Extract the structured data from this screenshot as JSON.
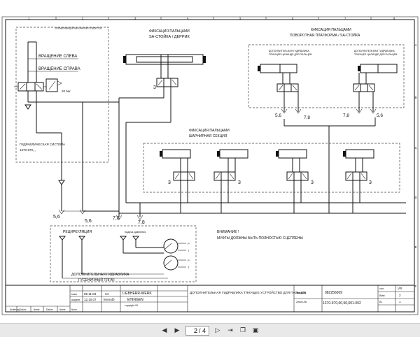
{
  "grid": {
    "columns": [
      "1",
      "2",
      "3",
      "4",
      "5",
      "6",
      "7",
      "8"
    ],
    "rows": [
      "A",
      "B",
      "C",
      "D",
      "E",
      "F"
    ]
  },
  "labels": {
    "mechanism_box": "УПРАВЛЯЮЩИЙ МЕХАНИЗМ ПОВОРОТА",
    "rotate_left": "ВРАЩЕНИЕ СЛЕВА",
    "rotate_right": "ВРАЩЕНИЕ СПРАВА",
    "pressure": "20 bar",
    "hydraulic_system": "ГИДРАВЛИЧЕСКАЯ СИСТЕМА",
    "hydraulic_system_code": "1370-970,,,",
    "sa_title_1": "ФИКСАЦИЯ ПАЛЬЦАМИ",
    "sa_title_2": "SA-СТОЙКА / ДЕРРИК",
    "turntable_title_1": "ФИКСАЦИЯ ПАЛЬЦАМИ",
    "turntable_title_2": "ПОВОРОТНАЯ ПЛАТФОРМА / SA-СТОЙКА",
    "extra_hydraulics_1": "ДОПОЛНИТЕЛЬНАЯ ГИДРАВЛИКА",
    "extra_hydraulics_2": "ТЯНУЩЕЕ ЦИЛИНДР ДЛЯ ПАЛЬЦЕВ",
    "hinge_title_1": "ФИКСАЦИЯ ПАЛЬЦАМИ",
    "hinge_title_2": "ШАРНИРНАЯ СЕКЦИЯ",
    "recirculation": "РЕЦИРКУЛЯЦИЯ",
    "supply_label": "подача давления",
    "attention_1": "ВНИМАНИЕ !",
    "attention_2": "МУФТЫ ДОЛЖНЫ БЫТЬ ПОЛНОСТЬЮ СЦЕПЛЕНЫ",
    "crawler_1": "ДОПОЛНИТЕЛЬНАЯ ГИДРАВЛИКА",
    "crawler_2": "ГУСЕНИЧНЫЙ ТЯГАЧ",
    "port_p": "P",
    "port_t": "T",
    "port_p2": "P",
    "port_t2": "T",
    "num_3": "3",
    "num_56": "5,6",
    "num_78": "7,8"
  },
  "title_block": {
    "date_1": "05.11.03",
    "user_1": "scr",
    "date_2": "12.10.07",
    "user_2": "fererof0",
    "company_1": "LIEBHERR-WERK",
    "company_2": "EHINGEN",
    "copyright": "copyright 00",
    "description": "ДОПОЛНИТЕЛЬНАЯ ГИДРАВЛИКА ТЯНУЩЕЕ УСТРОЙСТВО ДЛЯ ПАЛЬЦЕВ",
    "ident_label": "Ident-Nr.",
    "ident_value": "982256009",
    "drawing_label": "Zeich-Nr.",
    "drawing_value": "1370-970,00,50,001-002",
    "sheet_total_label": "Blatt",
    "sheet_total": "2",
    "sheet_label": "Bl.",
    "sheet_number": "1",
    "edition_label": "von",
    "edition_value": "VR",
    "footer_cells": [
      "Änderung",
      "Datum",
      "Name",
      "Datum",
      "Name"
    ],
    "revision_cells": [
      "bearb.",
      "ausgebe"
    ],
    "norm_label": "Norm"
  },
  "toolbar": {
    "current_page": "2",
    "total_pages": "/ 4"
  }
}
